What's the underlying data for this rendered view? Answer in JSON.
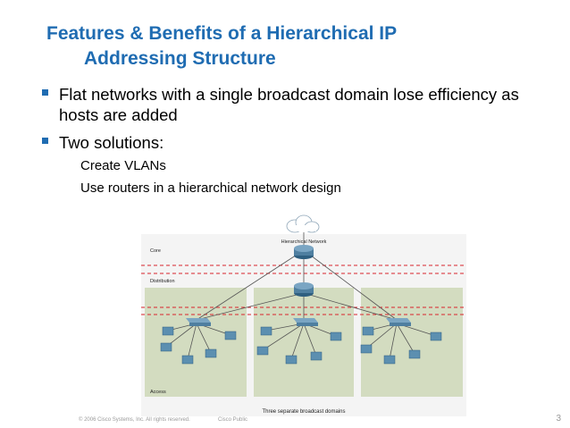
{
  "slide": {
    "title_line1": "Features & Benefits of a Hierarchical IP",
    "title_line2": "Addressing Structure",
    "bullets": [
      "Flat networks with a single broadcast domain lose efficiency as hosts are added",
      "Two solutions:"
    ],
    "sub_items": [
      "Create VLANs",
      "Use routers in a hierarchical network design"
    ]
  },
  "diagram": {
    "cloud_label": "Hierarchical Network",
    "layer_core": "Core",
    "layer_distribution": "Distribution",
    "layer_access": "Access",
    "caption": "Three separate broadcast domains"
  },
  "footer": {
    "copyright": "© 2006 Cisco Systems, Inc. All rights reserved.",
    "classification": "Cisco Public",
    "page_number": "3"
  },
  "colors": {
    "title": "#1f6cb2",
    "dashed_line": "#d9242b",
    "domain_bg": "#d3dcc0",
    "router": "#4f7fa0"
  }
}
